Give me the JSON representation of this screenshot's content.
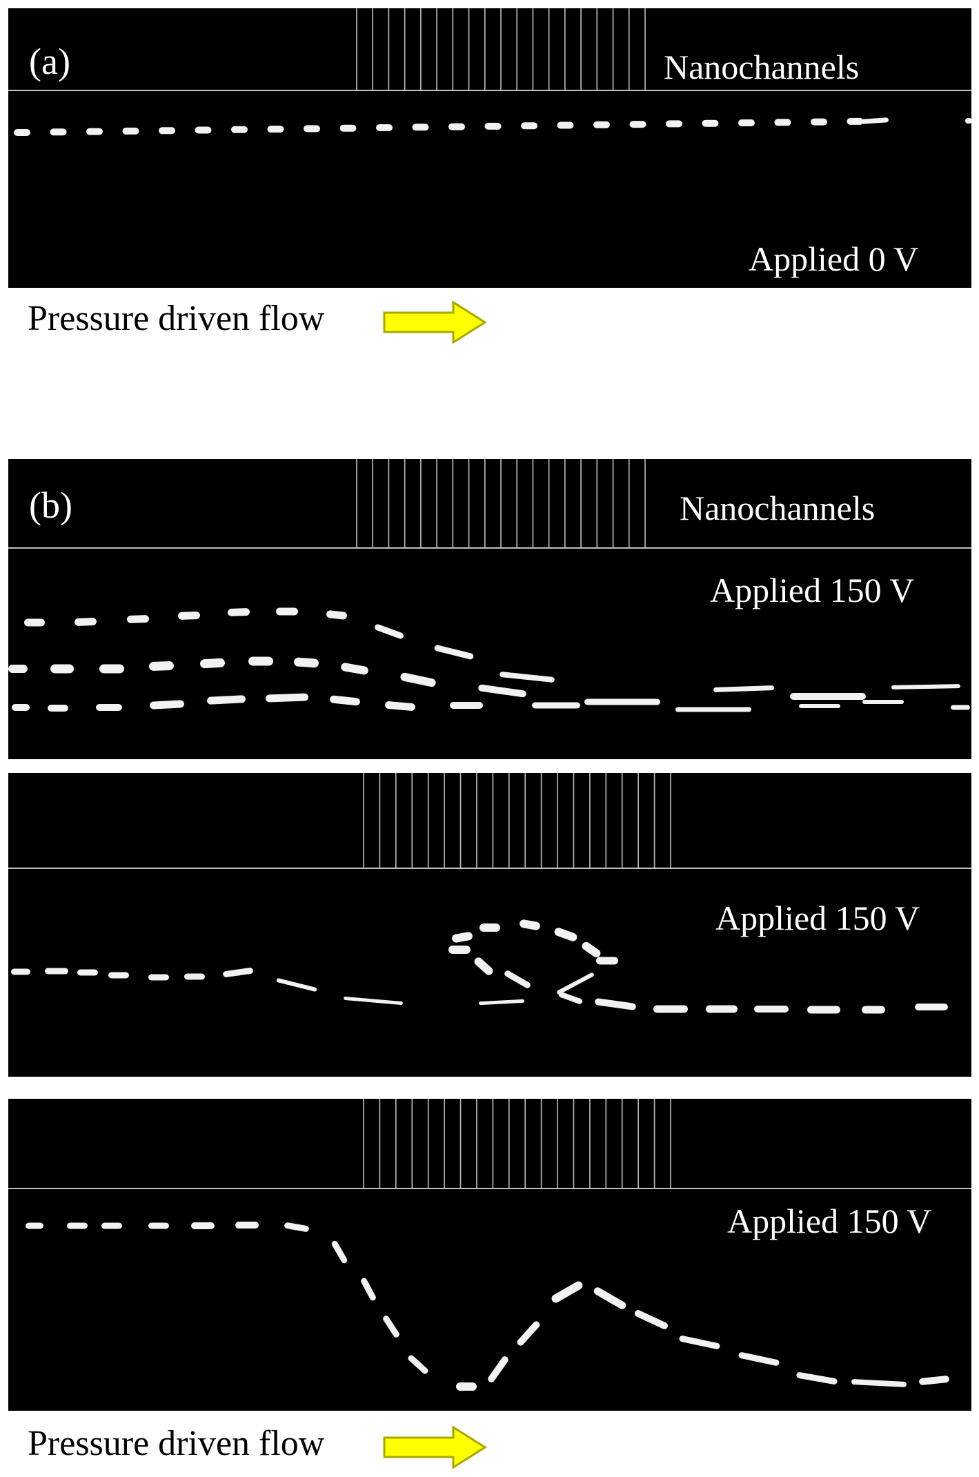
{
  "figure": {
    "panel_a": {
      "tag": "(a)",
      "channel_label": "Nanochannels",
      "voltage_label": "Applied 0 V"
    },
    "panel_b": {
      "tag": "(b)",
      "channel_label": "Nanochannels",
      "frames": [
        {
          "voltage_label": "Applied 150 V"
        },
        {
          "voltage_label": "Applied 150 V"
        },
        {
          "voltage_label": "Applied 150 V"
        }
      ]
    },
    "flow_caption": "Pressure driven flow",
    "colors": {
      "background": "#000000",
      "channel_lines": "#bfbfbf",
      "molecules": "#f2f2f2",
      "arrow_fill": "#ffff00",
      "arrow_stroke": "#a8a800"
    }
  }
}
